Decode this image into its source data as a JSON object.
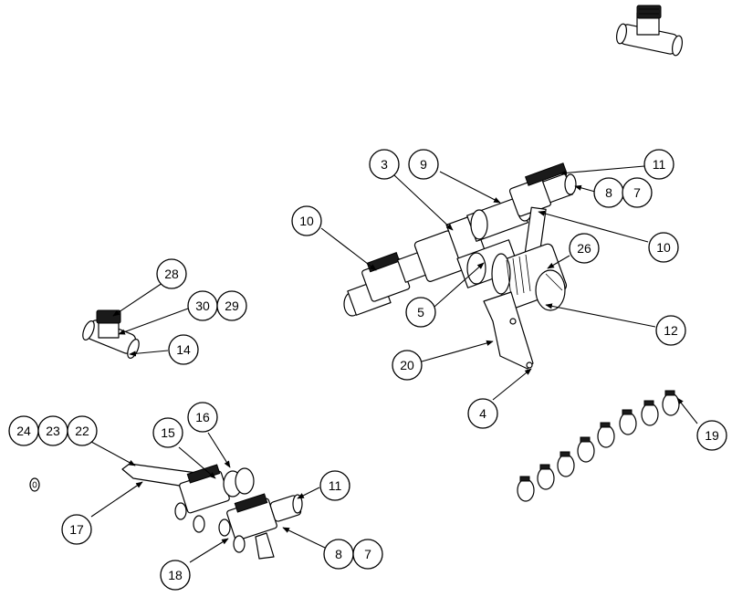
{
  "callouts": [
    {
      "id": "c3",
      "label": "3"
    },
    {
      "id": "c9",
      "label": "9"
    },
    {
      "id": "c11a",
      "label": "11"
    },
    {
      "id": "c8a",
      "label": "8"
    },
    {
      "id": "c7a",
      "label": "7"
    },
    {
      "id": "c10a",
      "label": "10"
    },
    {
      "id": "c10b",
      "label": "10"
    },
    {
      "id": "c26",
      "label": "26"
    },
    {
      "id": "c5",
      "label": "5"
    },
    {
      "id": "c12",
      "label": "12"
    },
    {
      "id": "c20",
      "label": "20"
    },
    {
      "id": "c4",
      "label": "4"
    },
    {
      "id": "c28",
      "label": "28"
    },
    {
      "id": "c30",
      "label": "30"
    },
    {
      "id": "c29",
      "label": "29"
    },
    {
      "id": "c14",
      "label": "14"
    },
    {
      "id": "c24",
      "label": "24"
    },
    {
      "id": "c23",
      "label": "23"
    },
    {
      "id": "c22",
      "label": "22"
    },
    {
      "id": "c15",
      "label": "15"
    },
    {
      "id": "c16",
      "label": "16"
    },
    {
      "id": "c11b",
      "label": "11"
    },
    {
      "id": "c17",
      "label": "17"
    },
    {
      "id": "c18",
      "label": "18"
    },
    {
      "id": "c8b",
      "label": "8"
    },
    {
      "id": "c7b",
      "label": "7"
    },
    {
      "id": "c19",
      "label": "19"
    }
  ]
}
